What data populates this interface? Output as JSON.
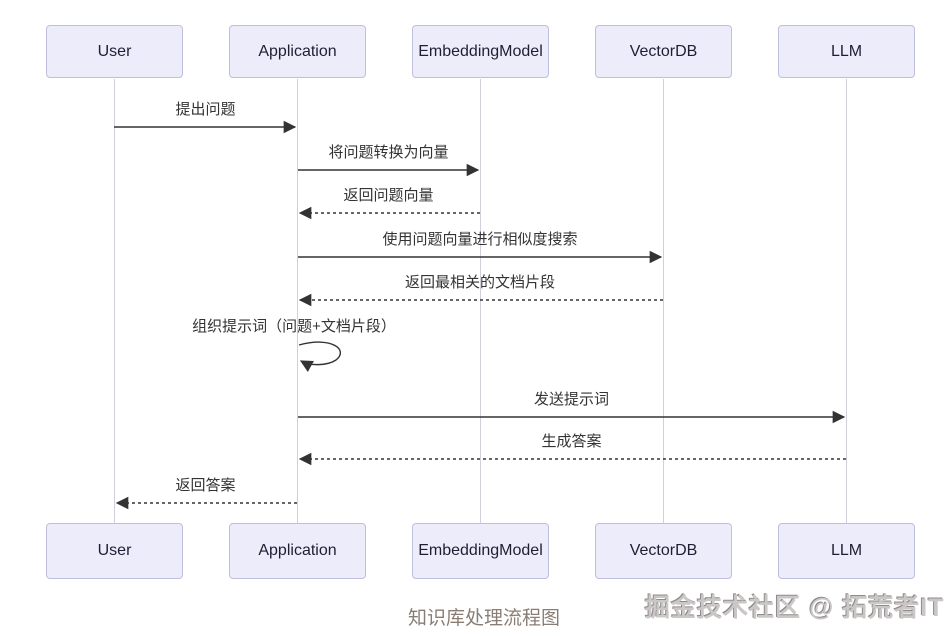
{
  "diagram": {
    "type": "sequence",
    "caption": "知识库处理流程图",
    "watermark": "掘金技术社区 @ 拓荒者IT",
    "actors": [
      {
        "name": "User"
      },
      {
        "name": "Application"
      },
      {
        "name": "EmbeddingModel"
      },
      {
        "name": "VectorDB"
      },
      {
        "name": "LLM"
      }
    ],
    "messages": [
      {
        "label": "提出问题",
        "from": "User",
        "to": "Application",
        "style": "solid"
      },
      {
        "label": "将问题转换为向量",
        "from": "Application",
        "to": "EmbeddingModel",
        "style": "solid"
      },
      {
        "label": "返回问题向量",
        "from": "EmbeddingModel",
        "to": "Application",
        "style": "dashed"
      },
      {
        "label": "使用问题向量进行相似度搜索",
        "from": "Application",
        "to": "VectorDB",
        "style": "solid"
      },
      {
        "label": "返回最相关的文档片段",
        "from": "VectorDB",
        "to": "Application",
        "style": "dashed"
      },
      {
        "label": "组织提示词（问题+文档片段）",
        "from": "Application",
        "to": "Application",
        "style": "self-loop"
      },
      {
        "label": "发送提示词",
        "from": "Application",
        "to": "LLM",
        "style": "solid"
      },
      {
        "label": "生成答案",
        "from": "LLM",
        "to": "Application",
        "style": "dashed"
      },
      {
        "label": "返回答案",
        "from": "Application",
        "to": "User",
        "style": "dashed"
      }
    ],
    "colors": {
      "actor_fill": "#ececfb",
      "actor_border": "#bfbfdd",
      "lifeline": "#cfcfdd",
      "arrow": "#333333",
      "caption_text": "#8a7e74",
      "watermark_text": "#cbc7c7",
      "background": "#ffffff"
    }
  }
}
